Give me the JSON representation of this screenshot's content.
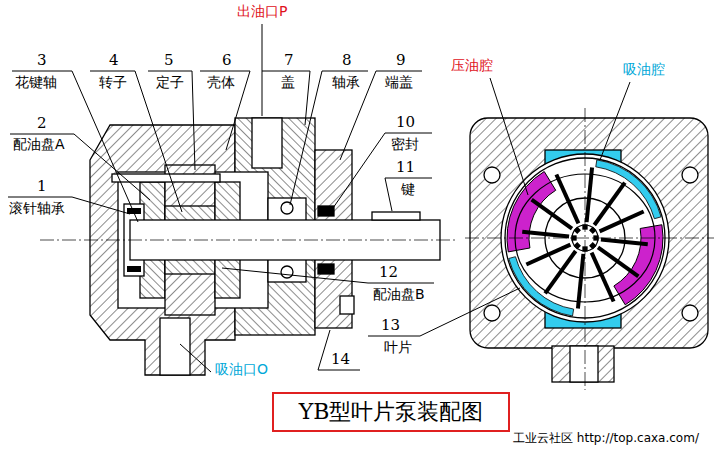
{
  "diagram": {
    "title": "YB型叶片泵装配图",
    "labels": [
      "出油口P",
      "3",
      "4",
      "5",
      "6",
      "7",
      "8",
      "9",
      "花键轴",
      "转子",
      "定子",
      "壳体",
      "盖",
      "轴承",
      "端盖",
      "压油腔",
      "吸油腔",
      "2",
      "配油盘A",
      "10",
      "密封",
      "11",
      "键",
      "1",
      "滚针轴承",
      "12",
      "配油盘B",
      "13",
      "叶片",
      "14",
      "吸油口O",
      "工业云社区 http://top.caxa.com/"
    ]
  }
}
